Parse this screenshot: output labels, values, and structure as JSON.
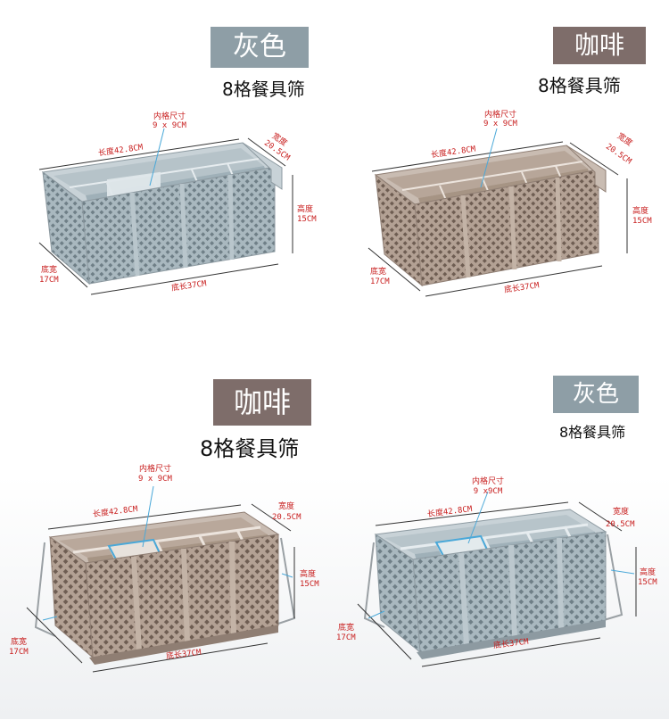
{
  "panels": [
    {
      "color_name": "灰色",
      "subtitle": "8格餐具筛",
      "inner_size_label": "内格尺寸",
      "inner_size_value": "9 x 9CM",
      "length_label": "长度42.8CM",
      "width_label": "宽度",
      "width_value": "20.5CM",
      "height_label": "高度",
      "height_value": "15CM",
      "base_width_label": "底宽",
      "base_width_value": "17CM",
      "base_length_label": "底长37CM",
      "basket_color": "#a9b8bf"
    },
    {
      "color_name": "咖啡",
      "subtitle": "8格餐具筛",
      "inner_size_label": "内格尺寸",
      "inner_size_value": "9 x 9CM",
      "length_label": "长度42.8CM",
      "width_label": "宽度",
      "width_value": "20.5CM",
      "height_label": "高度",
      "height_value": "15CM",
      "base_width_label": "底宽",
      "base_width_value": "17CM",
      "base_length_label": "底长37CM",
      "basket_color": "#b3a194"
    },
    {
      "color_name": "咖啡",
      "subtitle": "8格餐具筛",
      "inner_size_label": "内格尺寸",
      "inner_size_value": "9 x 9CM",
      "length_label": "长度42.8CM",
      "width_label": "宽度",
      "width_value": "20.5CM",
      "height_label": "高度",
      "height_value": "15CM",
      "base_width_label": "底宽",
      "base_width_value": "17CM",
      "base_length_label": "底长37CM",
      "basket_color": "#b3a194"
    },
    {
      "color_name": "灰色",
      "subtitle": "8格餐具筛",
      "inner_size_label": "内格尺寸",
      "inner_size_value": "9 x9CM",
      "length_label": "长度42.8CM",
      "width_label": "宽度",
      "width_value": "20.5CM",
      "height_label": "高度",
      "height_value": "15CM",
      "base_width_label": "底宽",
      "base_width_value": "17CM",
      "base_length_label": "底长37CM",
      "basket_color": "#a9b8bf"
    }
  ],
  "colors": {
    "label_red": "#c81e1e",
    "pointer_blue": "#4aa8d8",
    "gray_tag": "#8e9ea6",
    "brown_tag": "#7e6d6a"
  }
}
